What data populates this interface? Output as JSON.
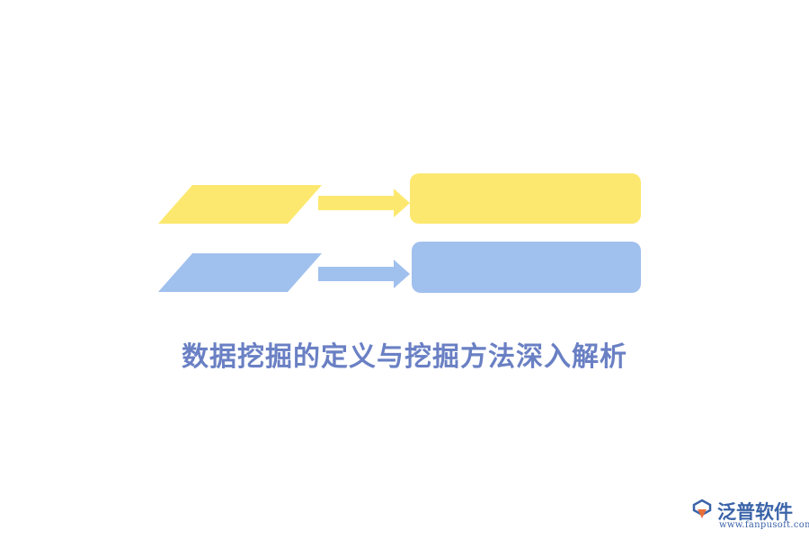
{
  "title": "数据挖掘的定义与挖掘方法深入解析",
  "colors": {
    "yellow": "#fde86f",
    "blue": "#a0c0ee",
    "title": "#6a80c4",
    "brand": "#3a63a8",
    "brand_accent": "#e8703a"
  },
  "brand": {
    "name": "泛普软件",
    "url": "www.fanpusoft.com",
    "logo_icon": "fanpu-logo-icon"
  }
}
